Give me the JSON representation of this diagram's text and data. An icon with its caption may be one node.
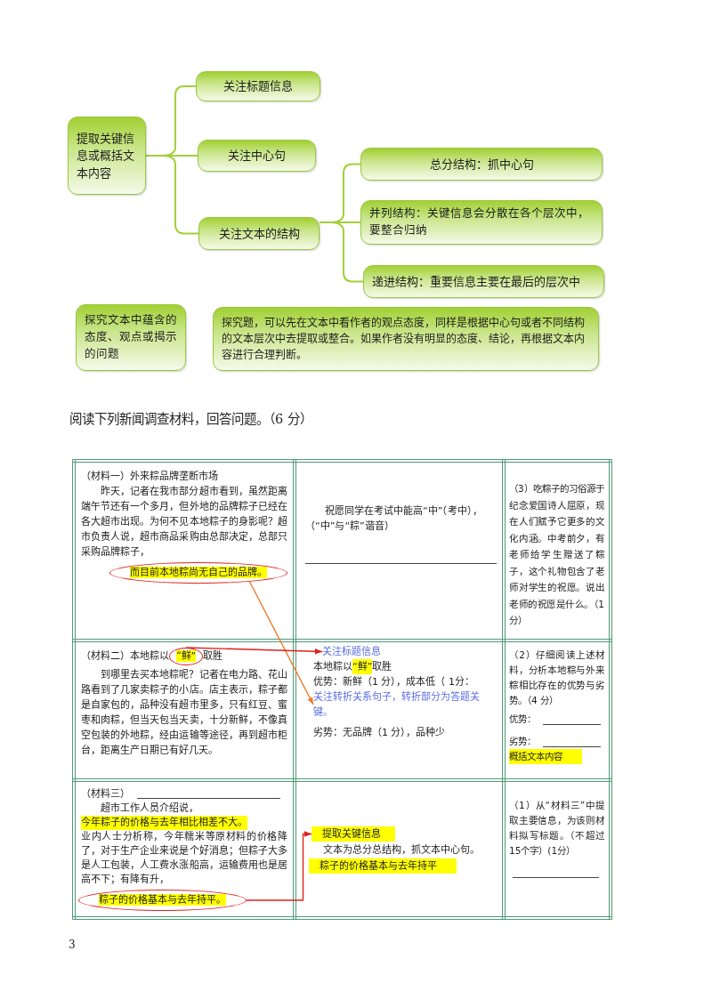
{
  "diagram": {
    "nodes": [
      {
        "text": [
          "提取关键信息或概括文本内容"
        ]
      },
      {
        "text": [
          "关注标题信息"
        ]
      },
      {
        "text": [
          "关注中心句"
        ]
      },
      {
        "text": [
          "关注文本的结构"
        ]
      },
      {
        "text": [
          "总分结构：抓中心句"
        ]
      },
      {
        "text": [
          "并列结构：关键信息会分散在各个层次中，要整合归纳"
        ]
      },
      {
        "text": [
          "递进结构：重要信息主要在最后的层次中"
        ]
      },
      {
        "text": [
          "探究文本中蕴含的态度、观点或揭示的问题"
        ]
      },
      {
        "text": [
          "探究题，可以先在文本中看作者的观点态度，同样是根据中心句或者不同结构的文本层次中去提取或整合。如果作者没有明显的态度、结论，再根据文本内容进行合理判断。"
        ]
      },
      {
        "text": [
          "而目前本地粽尚无自己的品牌。"
        ]
      },
      {
        "text": [
          "“鲜”"
        ]
      },
      {
        "text": [
          "关注标题信息"
        ]
      },
      {
        "text": [
          "关注转折关系句子，转折部分为答题关键。"
        ]
      },
      {
        "text": [
          "概括文本内容"
        ]
      },
      {
        "text": [
          "粽子的价格基本与去年持平。"
        ]
      },
      {
        "text": [
          "提取关键信息"
        ]
      }
    ],
    "edges": [
      {
        "from": 0,
        "to": 1,
        "arrow": "none"
      },
      {
        "from": 0,
        "to": 2,
        "arrow": "none"
      },
      {
        "from": 0,
        "to": 3,
        "arrow": "none"
      },
      {
        "from": 3,
        "to": 4,
        "arrow": "none"
      },
      {
        "from": 3,
        "to": 5,
        "arrow": "none"
      },
      {
        "from": 3,
        "to": 6,
        "arrow": "none"
      },
      {
        "from": 9,
        "to": 12,
        "arrow": "to",
        "color": "#f07a2a"
      },
      {
        "from": 10,
        "to": 11,
        "arrow": "to",
        "color": "#e0201c"
      },
      {
        "from": 14,
        "to": 15,
        "arrow": "to",
        "color": "#e0201c"
      }
    ],
    "labels": [
      "阅读下列新闻调查材料，回答问题。（6 分）",
      "（材料一）外来粽品牌垄断市场",
      "昨天，记者在我市部分超市看到，虽然距离端午节还有一个多月，但外地的品牌粽子已经在各大超市出现。为何不见本地粽子的身影呢？超市负责人说，超市商品采购由总部决定，总部只采购品牌粽子，",
      "祝愿同学在考试中能高“中”（考中），（“中”与“粽”谐音）",
      "（3）吃粽子的习俗源于纪念爱国诗人屈原，现在人们赋予它更多的文化内涵。中考前夕，有老师给学生赠送了粽子，这个礼物包含了老师对学生的祝愿。说出老师的祝愿是什么。（1分）",
      "（材料二）本地粽以",
      "取胜",
      "到哪里去买本地粽呢？记者在电力路、花山路看到了几家卖粽子的小店。店主表示，粽子都是自家包的，品种没有超市里多，只有红豆、蜜枣和肉粽，但当天包当天卖，十分新鲜，不像真空包装的外地粽，经由运输等途径，再到超市柜台，距离生产日期已有好几天。",
      "本地粽以",
      "“鲜”",
      "取胜",
      "优势：新鲜（1 分），成本低（ 1分：",
      "劣势：无品牌（1 分），品种少",
      "（2）仔细阅读上述材料，分析本地粽与外来粽相比存在的优势与劣势。（4 分）",
      "优势：",
      "劣势：",
      "（材料三）",
      "超市工作人员介绍说，",
      "今年粽子的价格与去年相比相差不大。",
      "业内人士分析称，今年糯米等原材料的价格降了，对于生产企业来说是个好消息；但粽子大多是人工包装，人工费水涨船高，运输费用也是居高不下；有降有升，",
      "文本为总分总结构，抓文本中心句。",
      "粽子的价格基本与去年持平",
      "（1）从“材料三”中提取主要信息，为该则材料拟写标题。（不超过 15个字）(1分）",
      "3"
    ]
  }
}
